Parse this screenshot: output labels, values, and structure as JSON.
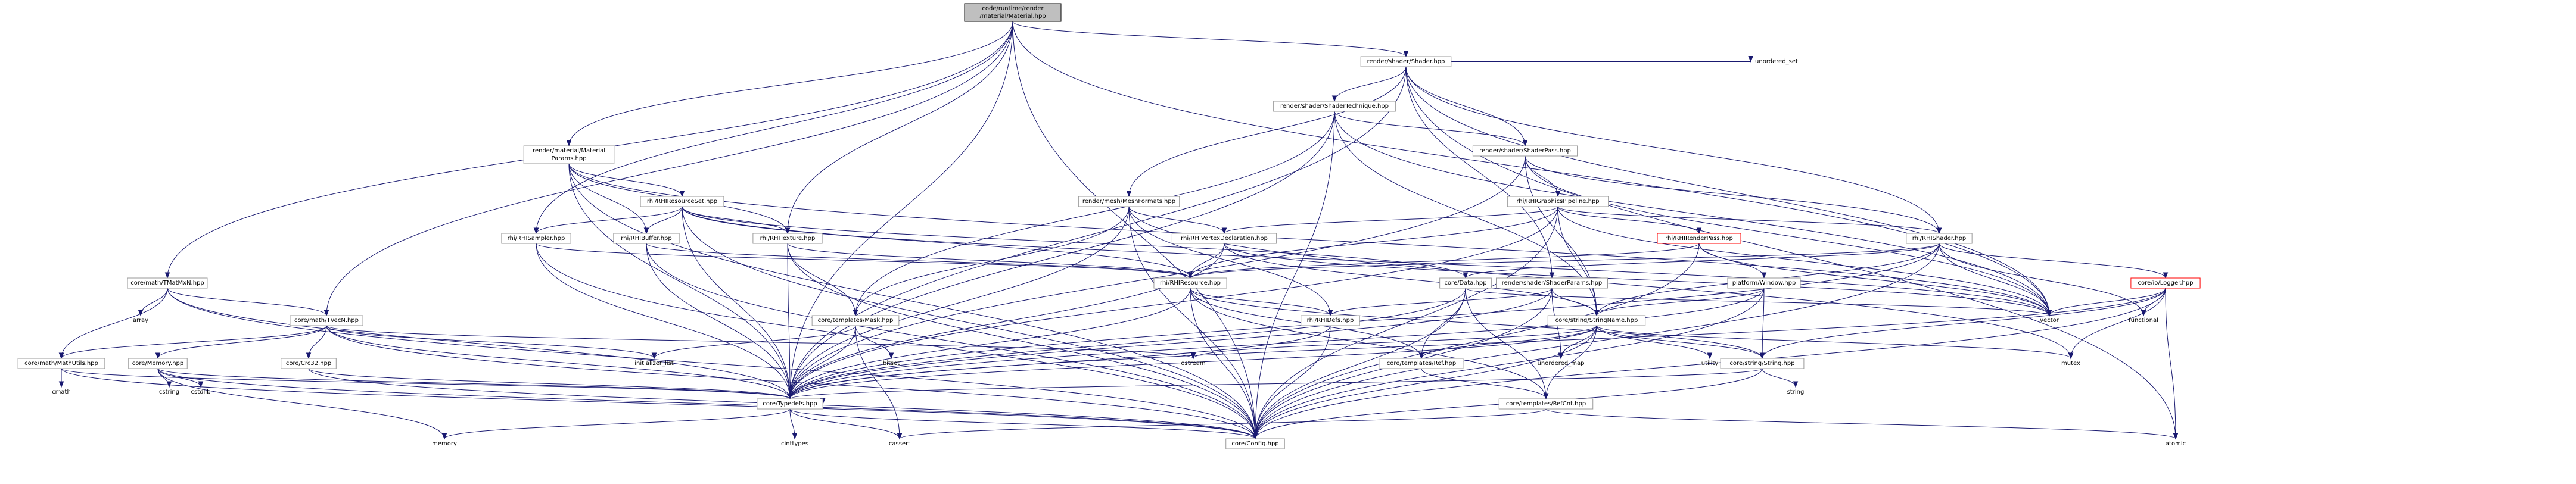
{
  "title": "code/runtime/render/material/Material.hpp include dependency graph",
  "colors": {
    "edge": "#191970",
    "root_fill": "#bfbfbf",
    "node_border": "#999999",
    "truncated_border": "#ff0000"
  },
  "nodes": [
    {
      "id": "root",
      "lines": [
        "code/runtime/render",
        "/material/Material.hpp"
      ],
      "style": "root"
    },
    {
      "id": "shader",
      "lines": [
        "render/shader/Shader.hpp"
      ],
      "style": "box"
    },
    {
      "id": "unordered_set",
      "lines": [
        "unordered_set"
      ],
      "style": "plain"
    },
    {
      "id": "technique",
      "lines": [
        "render/shader/ShaderTechnique.hpp"
      ],
      "style": "box"
    },
    {
      "id": "matparams",
      "lines": [
        "render/material/Material",
        "Params.hpp"
      ],
      "style": "box"
    },
    {
      "id": "shaderpass",
      "lines": [
        "render/shader/ShaderPass.hpp"
      ],
      "style": "box"
    },
    {
      "id": "meshformats",
      "lines": [
        "render/mesh/MeshFormats.hpp"
      ],
      "style": "box"
    },
    {
      "id": "resourceset",
      "lines": [
        "rhi/RHIResourceSet.hpp"
      ],
      "style": "box"
    },
    {
      "id": "gfxpipeline",
      "lines": [
        "rhi/RHIGraphicsPipeline.hpp"
      ],
      "style": "box"
    },
    {
      "id": "sampler",
      "lines": [
        "rhi/RHISampler.hpp"
      ],
      "style": "box"
    },
    {
      "id": "buffer",
      "lines": [
        "rhi/RHIBuffer.hpp"
      ],
      "style": "box"
    },
    {
      "id": "texture",
      "lines": [
        "rhi/RHITexture.hpp"
      ],
      "style": "box"
    },
    {
      "id": "vertexdecl",
      "lines": [
        "rhi/RHIVertexDeclaration.hpp"
      ],
      "style": "box"
    },
    {
      "id": "renderpass",
      "lines": [
        "rhi/RHIRenderPass.hpp"
      ],
      "style": "red"
    },
    {
      "id": "rhishader",
      "lines": [
        "rhi/RHIShader.hpp"
      ],
      "style": "box"
    },
    {
      "id": "tmatmxn",
      "lines": [
        "core/math/TMatMxN.hpp"
      ],
      "style": "box"
    },
    {
      "id": "rhiresource",
      "lines": [
        "rhi/RHIResource.hpp"
      ],
      "style": "box"
    },
    {
      "id": "data",
      "lines": [
        "core/Data.hpp"
      ],
      "style": "box"
    },
    {
      "id": "shaderparams",
      "lines": [
        "render/shader/ShaderParams.hpp"
      ],
      "style": "box"
    },
    {
      "id": "window",
      "lines": [
        "platform/Window.hpp"
      ],
      "style": "box"
    },
    {
      "id": "logger",
      "lines": [
        "core/io/Logger.hpp"
      ],
      "style": "red"
    },
    {
      "id": "array",
      "lines": [
        "array"
      ],
      "style": "plain"
    },
    {
      "id": "tvecn",
      "lines": [
        "core/math/TVecN.hpp"
      ],
      "style": "box"
    },
    {
      "id": "mask",
      "lines": [
        "core/templates/Mask.hpp"
      ],
      "style": "box"
    },
    {
      "id": "rhidefs",
      "lines": [
        "rhi/RHIDefs.hpp"
      ],
      "style": "box"
    },
    {
      "id": "stringname",
      "lines": [
        "core/string/StringName.hpp"
      ],
      "style": "box"
    },
    {
      "id": "vector",
      "lines": [
        "vector"
      ],
      "style": "plain"
    },
    {
      "id": "functional",
      "lines": [
        "functional"
      ],
      "style": "plain"
    },
    {
      "id": "mathutils",
      "lines": [
        "core/math/MathUtils.hpp"
      ],
      "style": "box"
    },
    {
      "id": "memory_hpp",
      "lines": [
        "core/Memory.hpp"
      ],
      "style": "box"
    },
    {
      "id": "crc32",
      "lines": [
        "core/Crc32.hpp"
      ],
      "style": "box"
    },
    {
      "id": "initlist",
      "lines": [
        "initializer_list"
      ],
      "style": "plain"
    },
    {
      "id": "bitset",
      "lines": [
        "bitset"
      ],
      "style": "plain"
    },
    {
      "id": "ref",
      "lines": [
        "core/templates/Ref.hpp"
      ],
      "style": "box"
    },
    {
      "id": "unordered_map",
      "lines": [
        "unordered_map"
      ],
      "style": "plain"
    },
    {
      "id": "utility",
      "lines": [
        "utility"
      ],
      "style": "plain"
    },
    {
      "id": "string_hpp",
      "lines": [
        "core/string/String.hpp"
      ],
      "style": "box"
    },
    {
      "id": "mutex",
      "lines": [
        "mutex"
      ],
      "style": "plain"
    },
    {
      "id": "ostream",
      "lines": [
        "ostream"
      ],
      "style": "plain"
    },
    {
      "id": "cmath",
      "lines": [
        "cmath"
      ],
      "style": "plain"
    },
    {
      "id": "cstring",
      "lines": [
        "cstring"
      ],
      "style": "plain"
    },
    {
      "id": "cstdlib",
      "lines": [
        "cstdlib"
      ],
      "style": "plain"
    },
    {
      "id": "typedefs",
      "lines": [
        "core/Typedefs.hpp"
      ],
      "style": "box"
    },
    {
      "id": "refcnt",
      "lines": [
        "core/templates/RefCnt.hpp"
      ],
      "style": "box"
    },
    {
      "id": "string_std",
      "lines": [
        "string"
      ],
      "style": "plain"
    },
    {
      "id": "memory_std",
      "lines": [
        "memory"
      ],
      "style": "plain"
    },
    {
      "id": "cinttypes",
      "lines": [
        "cinttypes"
      ],
      "style": "plain"
    },
    {
      "id": "cassert",
      "lines": [
        "cassert"
      ],
      "style": "plain"
    },
    {
      "id": "config",
      "lines": [
        "core/Config.hpp"
      ],
      "style": "box"
    },
    {
      "id": "atomic",
      "lines": [
        "atomic"
      ],
      "style": "plain"
    }
  ],
  "edges": [
    [
      "root",
      "shader"
    ],
    [
      "root",
      "matparams"
    ],
    [
      "root",
      "sampler"
    ],
    [
      "root",
      "texture"
    ],
    [
      "root",
      "tmatmxn"
    ],
    [
      "root",
      "tvecn"
    ],
    [
      "root",
      "typedefs"
    ],
    [
      "root",
      "config"
    ],
    [
      "root",
      "vector"
    ],
    [
      "shader",
      "unordered_set"
    ],
    [
      "shader",
      "technique"
    ],
    [
      "shader",
      "shaderpass"
    ],
    [
      "shader",
      "meshformats"
    ],
    [
      "shader",
      "shaderparams"
    ],
    [
      "shader",
      "rhishader"
    ],
    [
      "shader",
      "typedefs"
    ],
    [
      "shader",
      "vector"
    ],
    [
      "shader",
      "atomic"
    ],
    [
      "technique",
      "shaderpass"
    ],
    [
      "technique",
      "mask"
    ],
    [
      "technique",
      "stringname"
    ],
    [
      "technique",
      "typedefs"
    ],
    [
      "technique",
      "config"
    ],
    [
      "technique",
      "vector"
    ],
    [
      "matparams",
      "resourceset"
    ],
    [
      "matparams",
      "buffer"
    ],
    [
      "matparams",
      "texture"
    ],
    [
      "matparams",
      "typedefs"
    ],
    [
      "matparams",
      "config"
    ],
    [
      "matparams",
      "vector"
    ],
    [
      "shaderpass",
      "gfxpipeline"
    ],
    [
      "shaderpass",
      "rhishader"
    ],
    [
      "shaderpass",
      "stringname"
    ],
    [
      "shaderpass",
      "typedefs"
    ],
    [
      "shaderpass",
      "vector"
    ],
    [
      "meshformats",
      "vertexdecl"
    ],
    [
      "meshformats",
      "rhidefs"
    ],
    [
      "meshformats",
      "mask"
    ],
    [
      "meshformats",
      "typedefs"
    ],
    [
      "meshformats",
      "config"
    ],
    [
      "meshformats",
      "mutex"
    ],
    [
      "resourceset",
      "sampler"
    ],
    [
      "resourceset",
      "buffer"
    ],
    [
      "resourceset",
      "texture"
    ],
    [
      "resourceset",
      "rhiresource"
    ],
    [
      "resourceset",
      "data"
    ],
    [
      "resourceset",
      "typedefs"
    ],
    [
      "resourceset",
      "config"
    ],
    [
      "resourceset",
      "vector"
    ],
    [
      "gfxpipeline",
      "vertexdecl"
    ],
    [
      "gfxpipeline",
      "renderpass"
    ],
    [
      "gfxpipeline",
      "rhishader"
    ],
    [
      "gfxpipeline",
      "rhiresource"
    ],
    [
      "gfxpipeline",
      "stringname"
    ],
    [
      "gfxpipeline",
      "typedefs"
    ],
    [
      "gfxpipeline",
      "vector"
    ],
    [
      "gfxpipeline",
      "config"
    ],
    [
      "sampler",
      "rhiresource"
    ],
    [
      "sampler",
      "typedefs"
    ],
    [
      "sampler",
      "config"
    ],
    [
      "buffer",
      "rhiresource"
    ],
    [
      "buffer",
      "typedefs"
    ],
    [
      "buffer",
      "config"
    ],
    [
      "texture",
      "rhiresource"
    ],
    [
      "texture",
      "mask"
    ],
    [
      "texture",
      "typedefs"
    ],
    [
      "texture",
      "config"
    ],
    [
      "vertexdecl",
      "rhiresource"
    ],
    [
      "vertexdecl",
      "stringname"
    ],
    [
      "vertexdecl",
      "typedefs"
    ],
    [
      "vertexdecl",
      "vector"
    ],
    [
      "renderpass",
      "rhiresource"
    ],
    [
      "renderpass",
      "window"
    ],
    [
      "renderpass",
      "vector"
    ],
    [
      "renderpass",
      "config"
    ],
    [
      "rhishader",
      "rhiresource"
    ],
    [
      "rhishader",
      "data"
    ],
    [
      "rhishader",
      "logger"
    ],
    [
      "rhishader",
      "stringname"
    ],
    [
      "rhishader",
      "vector"
    ],
    [
      "rhishader",
      "functional"
    ],
    [
      "rhishader",
      "typedefs"
    ],
    [
      "rhishader",
      "config"
    ],
    [
      "tmatmxn",
      "array"
    ],
    [
      "tmatmxn",
      "tvecn"
    ],
    [
      "tmatmxn",
      "mathutils"
    ],
    [
      "tmatmxn",
      "typedefs"
    ],
    [
      "tmatmxn",
      "config"
    ],
    [
      "rhiresource",
      "rhidefs"
    ],
    [
      "rhiresource",
      "ref"
    ],
    [
      "rhiresource",
      "refcnt"
    ],
    [
      "rhiresource",
      "string_hpp"
    ],
    [
      "rhiresource",
      "typedefs"
    ],
    [
      "rhiresource",
      "config"
    ],
    [
      "data",
      "ref"
    ],
    [
      "data",
      "refcnt"
    ],
    [
      "data",
      "typedefs"
    ],
    [
      "data",
      "config"
    ],
    [
      "data",
      "vector"
    ],
    [
      "shaderparams",
      "rhidefs"
    ],
    [
      "shaderparams",
      "stringname"
    ],
    [
      "shaderparams",
      "unordered_map"
    ],
    [
      "shaderparams",
      "typedefs"
    ],
    [
      "shaderparams",
      "config"
    ],
    [
      "window",
      "stringname"
    ],
    [
      "window",
      "string_hpp"
    ],
    [
      "window",
      "typedefs"
    ],
    [
      "window",
      "config"
    ],
    [
      "logger",
      "string_hpp"
    ],
    [
      "logger",
      "mutex"
    ],
    [
      "logger",
      "functional"
    ],
    [
      "logger",
      "vector"
    ],
    [
      "logger",
      "typedefs"
    ],
    [
      "logger",
      "config"
    ],
    [
      "logger",
      "atomic"
    ],
    [
      "tvecn",
      "initlist"
    ],
    [
      "tvecn",
      "mathutils"
    ],
    [
      "tvecn",
      "memory_hpp"
    ],
    [
      "tvecn",
      "crc32"
    ],
    [
      "tvecn",
      "ostream"
    ],
    [
      "tvecn",
      "typedefs"
    ],
    [
      "tvecn",
      "config"
    ],
    [
      "mask",
      "bitset"
    ],
    [
      "mask",
      "initlist"
    ],
    [
      "mask",
      "typedefs"
    ],
    [
      "mask",
      "cassert"
    ],
    [
      "rhidefs",
      "typedefs"
    ],
    [
      "rhidefs",
      "config"
    ],
    [
      "stringname",
      "string_hpp"
    ],
    [
      "stringname",
      "ref"
    ],
    [
      "stringname",
      "unordered_map"
    ],
    [
      "stringname",
      "utility"
    ],
    [
      "stringname",
      "mutex"
    ],
    [
      "stringname",
      "typedefs"
    ],
    [
      "stringname",
      "refcnt"
    ],
    [
      "stringname",
      "ostream"
    ],
    [
      "stringname",
      "config"
    ],
    [
      "mathutils",
      "cmath"
    ],
    [
      "mathutils",
      "typedefs"
    ],
    [
      "mathutils",
      "config"
    ],
    [
      "memory_hpp",
      "cstring"
    ],
    [
      "memory_hpp",
      "cstdlib"
    ],
    [
      "memory_hpp",
      "typedefs"
    ],
    [
      "memory_hpp",
      "memory_std"
    ],
    [
      "memory_hpp",
      "config"
    ],
    [
      "crc32",
      "typedefs"
    ],
    [
      "crc32",
      "config"
    ],
    [
      "ref",
      "refcnt"
    ],
    [
      "string_hpp",
      "string_std"
    ],
    [
      "string_hpp",
      "typedefs"
    ],
    [
      "string_hpp",
      "config"
    ],
    [
      "typedefs",
      "cinttypes"
    ],
    [
      "typedefs",
      "cassert"
    ],
    [
      "typedefs",
      "memory_std"
    ],
    [
      "typedefs",
      "config"
    ],
    [
      "refcnt",
      "atomic"
    ],
    [
      "refcnt",
      "cassert"
    ],
    [
      "refcnt",
      "typedefs"
    ]
  ]
}
